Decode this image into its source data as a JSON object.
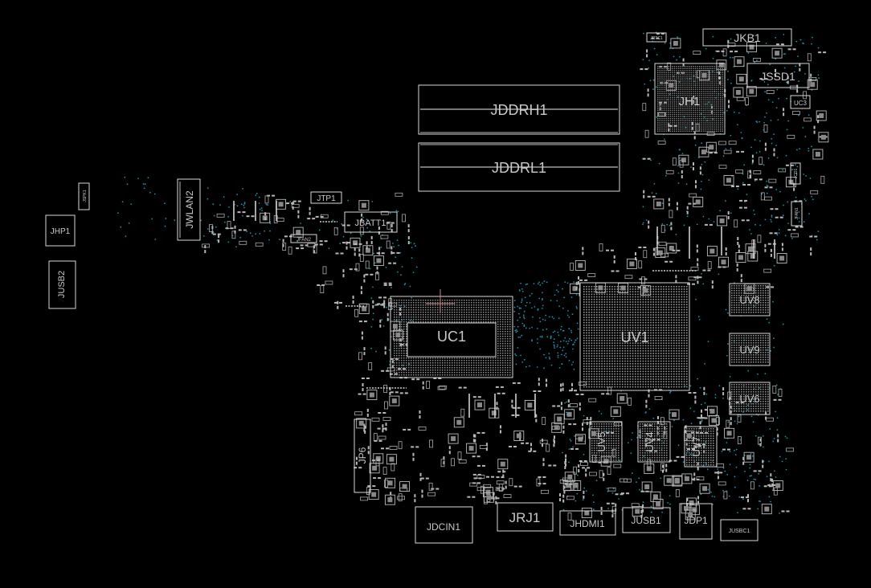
{
  "components": {
    "jkb1": "JKB1",
    "jrtc1": "JRTC1",
    "jssd1": "JSSD1",
    "jh1": "JH1",
    "uc3": "UC3",
    "jddrh1": "JDDRH1",
    "jddrl1": "JDDRL1",
    "jspk1": "JSPK1",
    "jwlan2": "JWLAN2",
    "jtp1": "JTP1",
    "jbatt1": "JBATT1",
    "jfan2": "JFAN2",
    "jfan1": "JFAN1",
    "jhp1": "JHP1",
    "jusb2": "JUSB2",
    "uc1": "UC1",
    "uv1": "UV1",
    "uv8": "UV8",
    "uv9": "UV9",
    "uv6": "UV6",
    "uv5": "UV5",
    "uv4": "UV4",
    "uv7": "UV7",
    "jp6": "JP6",
    "jdcin1": "JDCIN1",
    "jrj1": "JRJ1",
    "jhdmi1": "JHDMI1",
    "jusb1": "JUSB1",
    "jdp1": "JDP1",
    "jusbc1": "JUSBC1",
    "jcd1": "JCD1"
  },
  "colors": {
    "background": "#000000",
    "outline": "#d8d8d8",
    "pad": "#bdbdbd",
    "via": "#1e8fb0",
    "marker": "#d08080"
  }
}
